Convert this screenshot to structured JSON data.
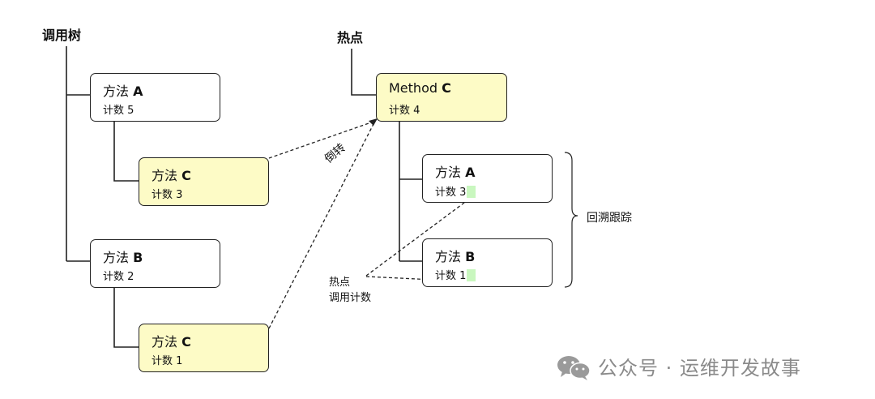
{
  "call_tree": {
    "title": "调用树",
    "nodes": [
      {
        "method": "方法",
        "letter": "A",
        "count_label": "计数 5",
        "highlight": false
      },
      {
        "method": "方法",
        "letter": "C",
        "count_label": "计数 3",
        "highlight": true
      },
      {
        "method": "方法",
        "letter": "B",
        "count_label": "计数 2",
        "highlight": false
      },
      {
        "method": "方法",
        "letter": "C",
        "count_label": "计数 1",
        "highlight": true
      }
    ]
  },
  "hotspot": {
    "title": "热点",
    "root": {
      "method": "Method",
      "letter": "C",
      "count_label": "计数 4",
      "highlight": true
    },
    "children": [
      {
        "method": "方法",
        "letter": "A",
        "count_label": "计数 3"
      },
      {
        "method": "方法",
        "letter": "B",
        "count_label": "计数 1"
      }
    ]
  },
  "labels": {
    "invert": "倒转",
    "backtrace": "回溯跟踪",
    "hotspot_calls_line1": "热点",
    "hotspot_calls_line2": "调用计数"
  },
  "watermark": {
    "icon": "wechat-icon",
    "text": "公众号 · 运维开发故事"
  },
  "colors": {
    "highlight_fill": "#fdfbc6",
    "count_marker": "#c9f7bf",
    "stroke": "#222222"
  }
}
